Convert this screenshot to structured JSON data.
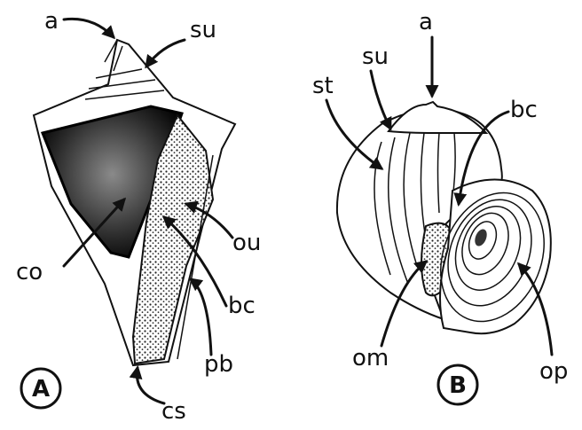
{
  "figure": {
    "panel_a": {
      "tag": "A",
      "labels": {
        "apex": "a",
        "suture": "su",
        "columella": "co",
        "outer_lip": "ou",
        "body_cavity": "bc",
        "posterior_border": "pb",
        "canal_siphon": "cs"
      }
    },
    "panel_b": {
      "tag": "B",
      "labels": {
        "apex": "a",
        "suture": "su",
        "striae": "st",
        "body_cavity": "bc",
        "operculum_margin": "om",
        "operculum": "op"
      }
    }
  }
}
